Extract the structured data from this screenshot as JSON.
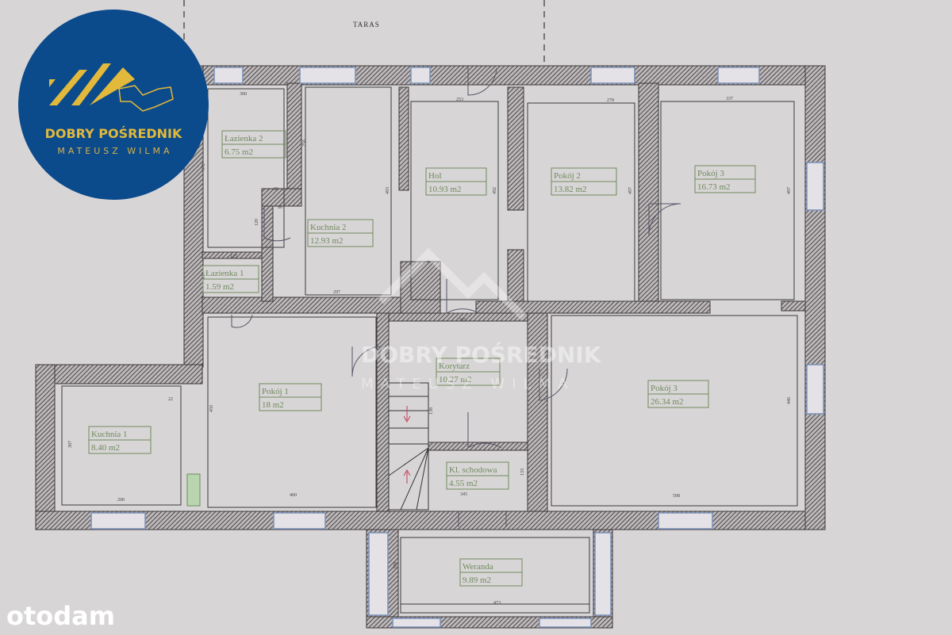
{
  "plan": {
    "terrace_label": "TARAS",
    "rooms": [
      {
        "name": "Łazienka 2",
        "area": "6.75 m2"
      },
      {
        "name": "Kuchnia 2",
        "area": "12.93 m2"
      },
      {
        "name": "Hol",
        "area": "10.93 m2"
      },
      {
        "name": "Pokój 2",
        "area": "13.82 m2"
      },
      {
        "name": "Pokój 3",
        "area": "16.73 m2"
      },
      {
        "name": "Łazienka 1",
        "area": "1.59 m2"
      },
      {
        "name": "Pokój 1",
        "area": "18 m2"
      },
      {
        "name": "Korytarz",
        "area": "10.27 m2"
      },
      {
        "name": "Pokój 3",
        "area": "26.34 m2"
      },
      {
        "name": "Kuchnia 1",
        "area": "8.40 m2"
      },
      {
        "name": "Kl. schodowa",
        "area": "4.55 m2"
      },
      {
        "name": "Weranda",
        "area": "9.89 m2"
      }
    ],
    "dimensions": [
      "300",
      "256",
      "80",
      "80",
      "120",
      "372",
      "125",
      "117",
      "297",
      "253",
      "493",
      "492",
      "278",
      "497",
      "337",
      "497",
      "345",
      "450",
      "400",
      "387",
      "290",
      "22",
      "138",
      "345",
      "133",
      "298",
      "473",
      "598",
      "446"
    ],
    "colors": {
      "background": "#d8d5d6",
      "wall": "#5a5657",
      "label": "#6f8a5e",
      "window": "#7a90b8",
      "stairs_arrow": "#c0405a"
    }
  },
  "logo": {
    "title": "DOBRY POŚREDNIK",
    "subtitle": "MATEUSZ WILMA",
    "color": "#0b4a8b",
    "accent": "#e2b93b"
  },
  "watermark": {
    "title": "DOBRY POŚREDNIK",
    "subtitle": "MATEUSZ WILMA"
  },
  "footer": {
    "brand": "otodam"
  }
}
